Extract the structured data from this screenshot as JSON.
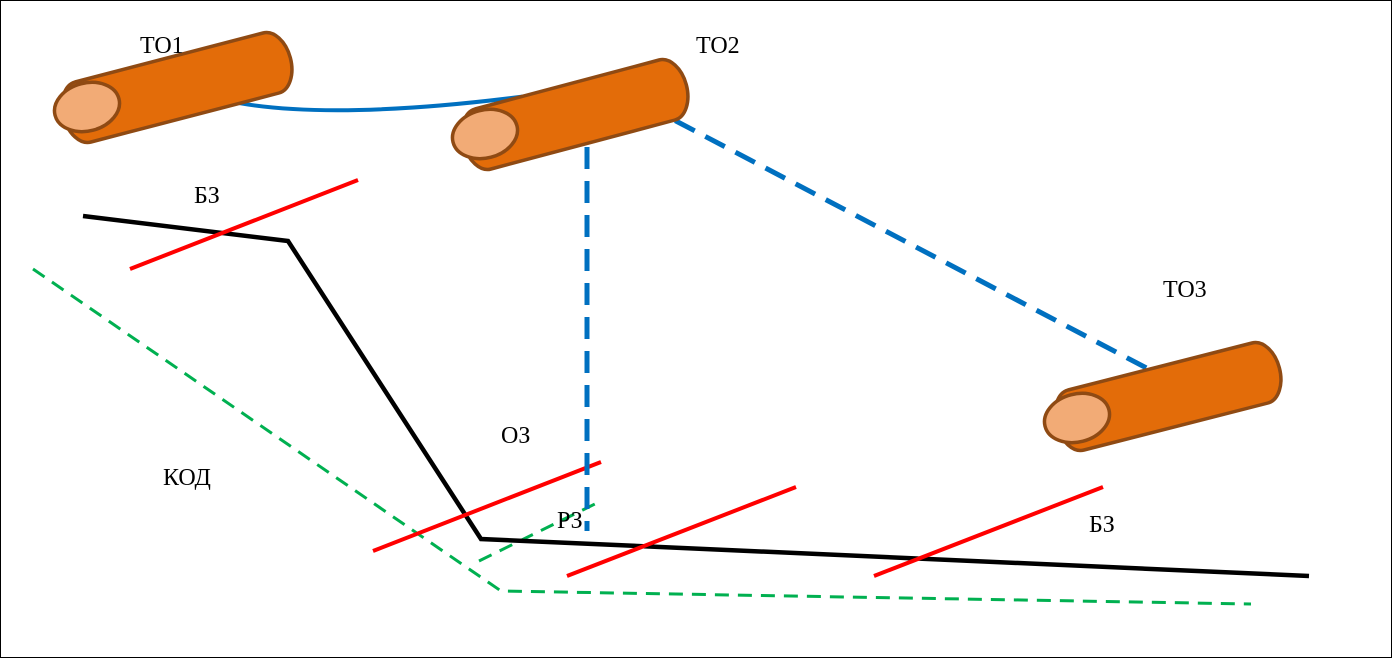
{
  "labels": {
    "to1": "ТО1",
    "to2": "ТО2",
    "to3": "ТО3",
    "bz_left": "БЗ",
    "bz_right": "БЗ",
    "oz": "ОЗ",
    "rz": "РЗ",
    "kod": "КОД"
  },
  "colors": {
    "cylinder_body": "#e36c09",
    "cylinder_end": "#f2ab76",
    "cylinder_outline": "#8f4a13",
    "connector": "#0070c0",
    "boundary": "#ff0000",
    "profile": "#000000",
    "kod_line": "#00b050"
  }
}
